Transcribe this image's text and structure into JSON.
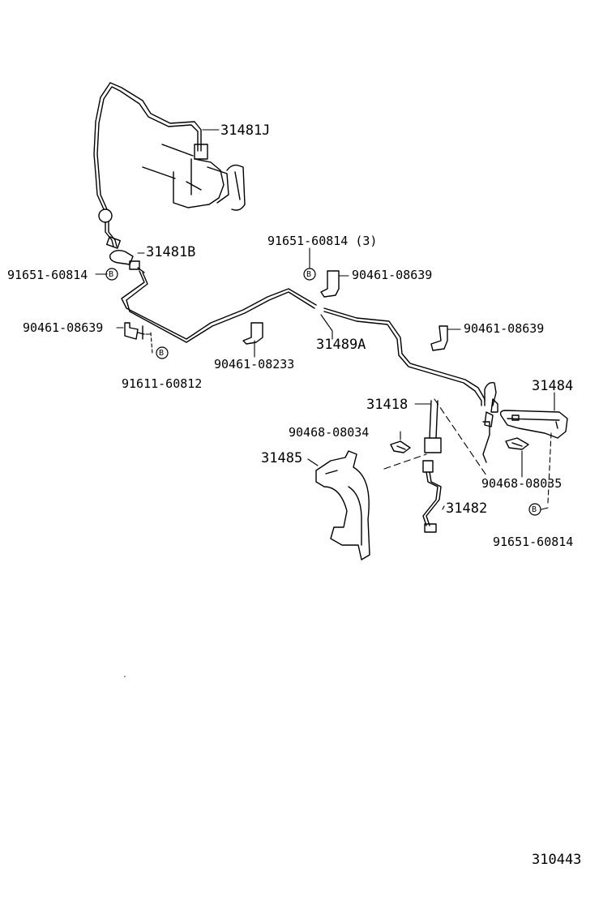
{
  "labels": {
    "p31481J": "31481J",
    "p31481B": "31481B",
    "p91651_a": "91651-60814",
    "p91651_3": "91651-60814 (3)",
    "p90461_08639_a": "90461-08639",
    "p90461_08639_b": "90461-08639",
    "p90461_08639_c": "90461-08639",
    "p90461_08233": "90461-08233",
    "p91611_60812": "91611-60812",
    "p31489A": "31489A",
    "p31484": "31484",
    "p31418": "31418",
    "p90468_08034": "90468-08034",
    "p90468_08035": "90468-08035",
    "p31485": "31485",
    "p31482": "31482",
    "p91651_b": "91651-60814"
  },
  "bolt_marker": "B",
  "diagram_id": "310443"
}
